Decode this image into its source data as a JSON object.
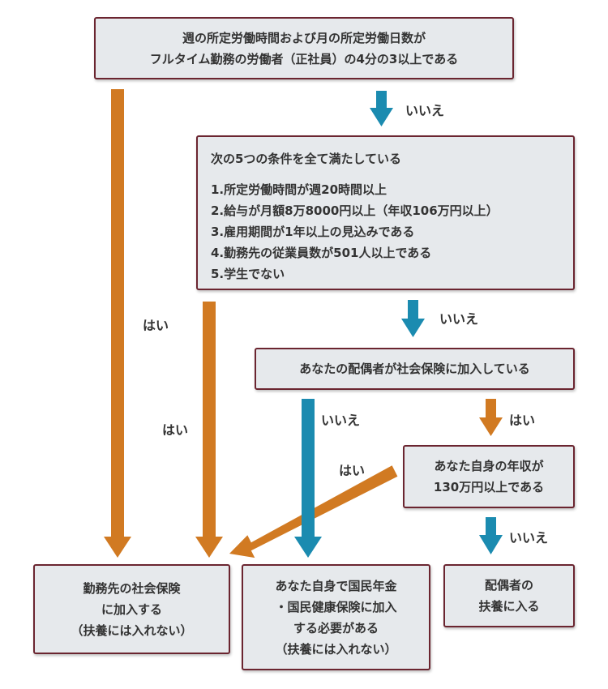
{
  "colors": {
    "yes_arrow": "#d17a22",
    "no_arrow": "#1b8bb0",
    "box_border": "#6b2530",
    "box_fill": "#e6e9ec"
  },
  "nodes": {
    "q1": {
      "lines": [
        "週の所定労働時間および月の所定労働日数が",
        "フルタイム勤務の労働者（正社員）の4分の3以上である"
      ]
    },
    "q2": {
      "title": "次の5つの条件を全て満たしている",
      "conditions": [
        "1.所定労働時間が週20時間以上",
        "2.給与が月額8万8000円以上（年収106万円以上）",
        "3.雇用期間が1年以上の見込みである",
        "4.勤務先の従業員数が501人以上である",
        "5.学生でない"
      ]
    },
    "q3": {
      "lines": [
        "あなたの配偶者が社会保険に加入している"
      ]
    },
    "q4": {
      "lines": [
        "あなた自身の年収が",
        "130万円以上である"
      ]
    },
    "r1": {
      "lines": [
        "勤務先の社会保険",
        "に加入する",
        "（扶養には入れない）"
      ]
    },
    "r2": {
      "lines": [
        "あなた自身で国民年金",
        "・国民健康保険に加入",
        "する必要がある",
        "（扶養には入れない）"
      ]
    },
    "r3": {
      "lines": [
        "配偶者の",
        "扶養に入る"
      ]
    }
  },
  "labels": {
    "q1_no": "いいえ",
    "q1_yes": "はい",
    "q2_no": "いいえ",
    "q2_yes": "はい",
    "q3_no": "いいえ",
    "q3_yes": "はい",
    "q4_yes": "はい",
    "q4_no": "いいえ"
  }
}
